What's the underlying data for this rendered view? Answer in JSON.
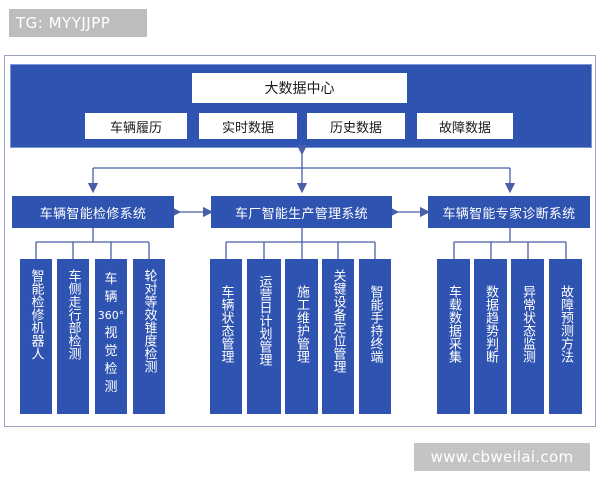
{
  "tag": "TG: MYYJJPP",
  "watermark": "www.cbweilai.com",
  "colors": {
    "box_fill": "#2e53b0",
    "box_text": "#ffffff",
    "line": "#4a5ea8"
  },
  "data_center": {
    "title": "大数据中心",
    "items": [
      "车辆履历",
      "实时数据",
      "历史数据",
      "故障数据"
    ]
  },
  "systems": [
    {
      "label": "车辆智能检修系统",
      "children": [
        "智能检修机器人",
        "车侧走行部检测",
        "车辆360°视觉检测",
        "轮对等效锥度检测"
      ]
    },
    {
      "label": "车厂智能生产管理系统",
      "children": [
        "车辆状态管理",
        "运营日计划管理",
        "施工维护管理",
        "关键设备定位管理",
        "智能手持终端"
      ]
    },
    {
      "label": "车辆智能专家诊断系统",
      "children": [
        "车载数据采集",
        "数据趋势判断",
        "异常状态监测",
        "故障预测方法"
      ]
    }
  ]
}
